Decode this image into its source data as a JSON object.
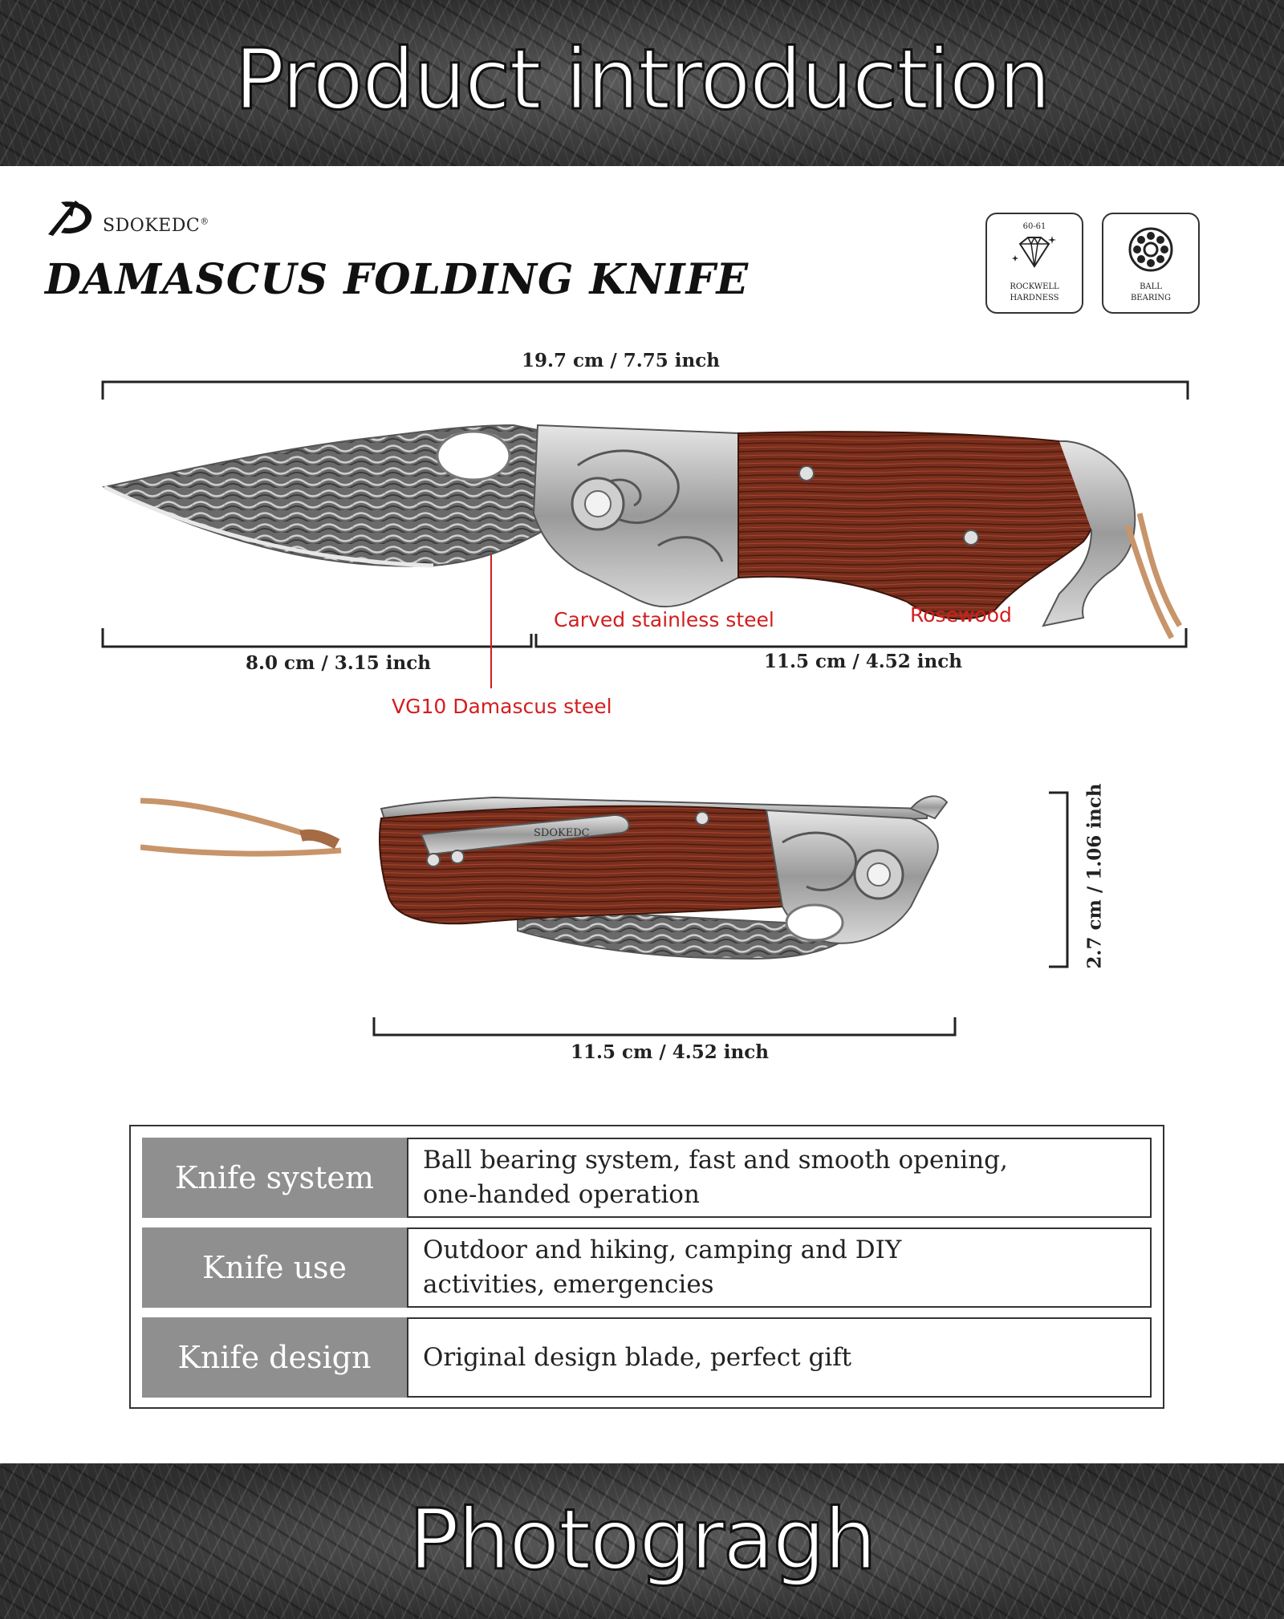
{
  "header": {
    "title": "Product introduction"
  },
  "brand": {
    "name": "SDOKEDC",
    "registered": "®"
  },
  "product": {
    "title": "DAMASCUS FOLDING KNIFE"
  },
  "badges": [
    {
      "icon": "diamond-icon",
      "top_text": "60-61",
      "line1": "ROCKWELL",
      "line2": "HARDNESS"
    },
    {
      "icon": "bearing-icon",
      "top_text": "",
      "line1": "BALL",
      "line2": "BEARING"
    }
  ],
  "dimensions": {
    "overall": "19.7 cm / 7.75 inch",
    "blade": "8.0 cm / 3.15 inch",
    "handle": "11.5 cm / 4.52 inch",
    "closed_length": "11.5 cm / 4.52 inch",
    "closed_width": "2.7 cm / 1.06 inch"
  },
  "callouts": {
    "bolster": "Carved stainless steel",
    "handle": "Rosewood",
    "blade": "VG10 Damascus steel"
  },
  "clip_brand": "SDOKEDC",
  "specs": [
    {
      "key": "Knife system",
      "line1": "Ball bearing system, fast and smooth opening,",
      "line2": "one-handed operation"
    },
    {
      "key": "Knife use",
      "line1": "Outdoor and hiking, camping and DIY",
      "line2": "activities, emergencies"
    },
    {
      "key": "Knife design",
      "line1": "Original design blade, perfect gift",
      "line2": ""
    }
  ],
  "footer": {
    "title": "Photogragh"
  },
  "colors": {
    "callout": "#d21e1e",
    "table_key_bg": "#8f8f8f",
    "rosewood": "#7a2e1c"
  }
}
